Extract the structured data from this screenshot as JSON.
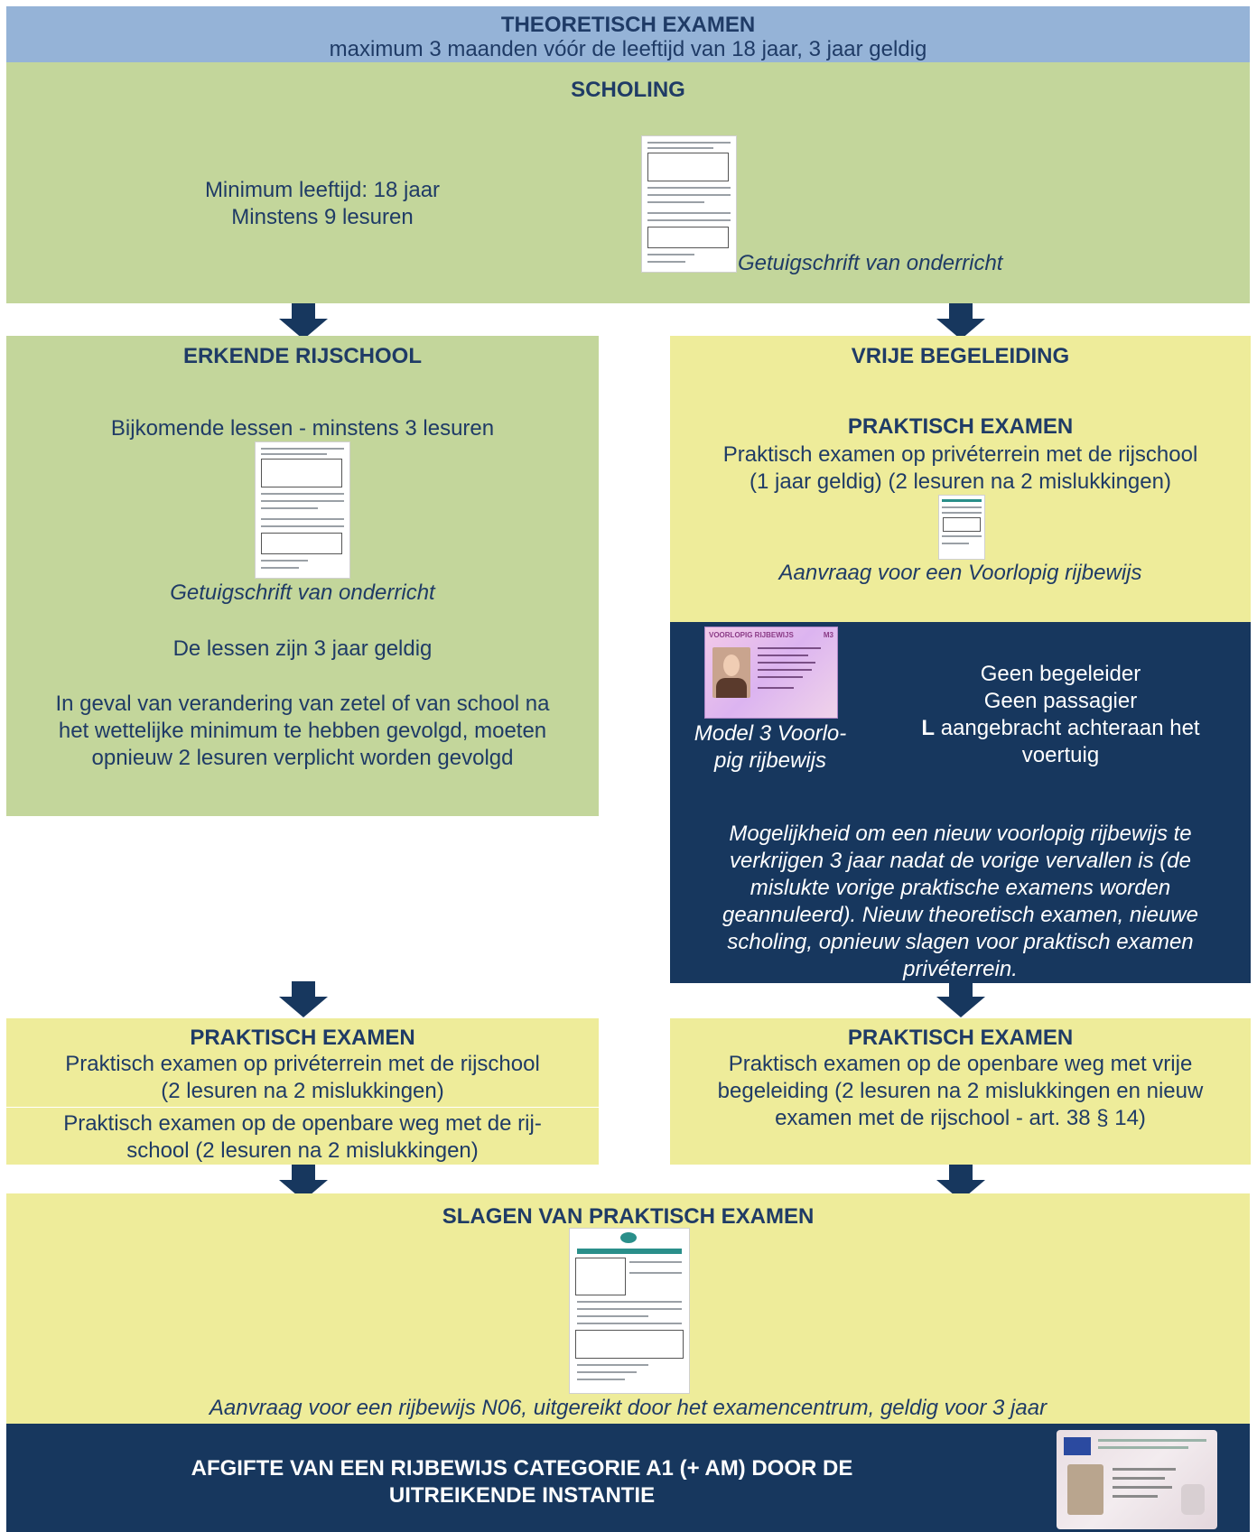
{
  "header": {
    "title": "THEORETISCH EXAMEN",
    "subtitle": "maximum 3 maanden vóór de leeftijd van 18 jaar, 3 jaar geldig"
  },
  "scholing": {
    "title": "SCHOLING",
    "line1": "Minimum leeftijd: 18 jaar",
    "line2": "Minstens 9 lesuren",
    "doc_caption": "Getuigschrift van onderricht"
  },
  "erkende": {
    "title": "ERKENDE RIJSCHOOL",
    "extra_lessons": "Bijkomende lessen - minstens 3 lesuren",
    "doc_caption": "Getuigschrift van onderricht",
    "validity": "De lessen zijn 3 jaar geldig",
    "change_line1": "In geval van verandering van zetel of van school na",
    "change_line2": "het wettelijke minimum te hebben gevolgd, moeten",
    "change_line3": "opnieuw 2 lesuren verplicht worden gevolgd"
  },
  "vrije": {
    "title": "VRIJE BEGELEIDING",
    "exam_title": "PRAKTISCH EXAMEN",
    "exam_line1": "Praktisch examen op privéterrein met de rijschool",
    "exam_line2": "(1 jaar geldig) (2 lesuren na 2 mislukkingen)",
    "doc_caption": "Aanvraag voor een Voorlopig rijbewijs"
  },
  "voorlopig": {
    "card_header": "VOORLOPIG RIJBEWIJS",
    "card_code": "M3",
    "model_line1": "Model 3 Voorlo-",
    "model_line2": "pig rijbewijs",
    "rule1": "Geen begeleider",
    "rule2": "Geen passagier",
    "rule3_bold": "L",
    "rule3_rest": " aangebracht achteraan het",
    "rule4": "voertuig",
    "note_line1": "Mogelijkheid om een nieuw voorlopig rijbewijs te",
    "note_line2": "verkrijgen 3 jaar nadat de vorige vervallen is (de",
    "note_line3": "mislukte vorige praktische examens worden",
    "note_line4": "geannuleerd). Nieuw theoretisch examen, nieuwe",
    "note_line5": "scholing, opnieuw slagen voor praktisch examen",
    "note_line6": "privéterrein."
  },
  "praktisch_left": {
    "title": "PRAKTISCH EXAMEN",
    "line1": "Praktisch examen op privéterrein met de rijschool",
    "line2": "(2 lesuren na 2 mislukkingen)",
    "line3": "Praktisch examen op de openbare weg met de rij-",
    "line4": "school (2 lesuren na 2 mislukkingen)"
  },
  "praktisch_right": {
    "title": "PRAKTISCH EXAMEN",
    "line1": "Praktisch examen op de openbare weg met vrije",
    "line2": "begeleiding (2 lesuren na 2 mislukkingen en nieuw",
    "line3": "examen met de rijschool - art. 38 § 14)"
  },
  "slagen": {
    "title": "SLAGEN VAN PRAKTISCH EXAMEN",
    "caption": "Aanvraag voor een rijbewijs N06, uitgereikt door het examencentrum, geldig voor 3 jaar"
  },
  "afgifte": {
    "line1": "AFGIFTE VAN EEN RIJBEWIJS CATEGORIE A1 (+ AM) DOOR DE",
    "line2": "UITREIKENDE INSTANTIE"
  },
  "colors": {
    "blue": "#95b3d7",
    "green": "#c3d69b",
    "yellow": "#eeec9a",
    "navy": "#17375e",
    "text": "#1f3b66"
  }
}
